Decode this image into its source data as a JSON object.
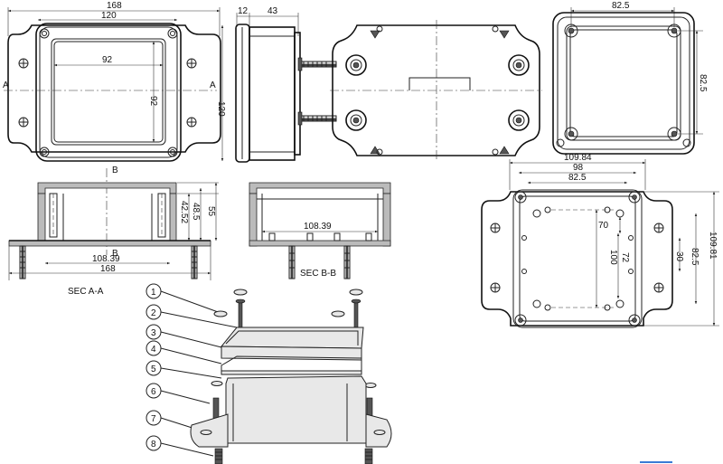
{
  "top_view": {
    "dim_overall_width": "168",
    "dim_lid_width": "120",
    "dim_inner_width": "92",
    "dim_inner_height": "92",
    "dim_height": "120",
    "section_mark_left": "A",
    "section_mark_right": "A"
  },
  "side_view": {
    "dim_lid_thickness": "12",
    "dim_body_depth": "43"
  },
  "lid_inner_view": {
    "dim_hole_spacing_h": "82.5",
    "dim_hole_spacing_v": "82.5"
  },
  "section_a": {
    "label": "SEC A-A",
    "mark_top": "B",
    "mark_bottom": "B",
    "dim_inner_length": "108.39",
    "dim_overall_length": "168",
    "dim_h1": "42.52",
    "dim_h2": "48.5",
    "dim_h3": "55"
  },
  "section_b": {
    "label": "SEC B-B",
    "dim_inner_length": "108.39"
  },
  "base_view": {
    "dim_top_overall": "109.84",
    "dim_top_mid": "98",
    "dim_top_inner": "82.5",
    "dim_v_70": "70",
    "dim_v_100": "100",
    "dim_v_72": "72",
    "dim_v_30": "30",
    "dim_v_825": "82.5",
    "dim_v_overall": "109.81"
  },
  "exploded": {
    "callouts": [
      "1",
      "2",
      "3",
      "4",
      "5",
      "6",
      "7",
      "8"
    ]
  }
}
